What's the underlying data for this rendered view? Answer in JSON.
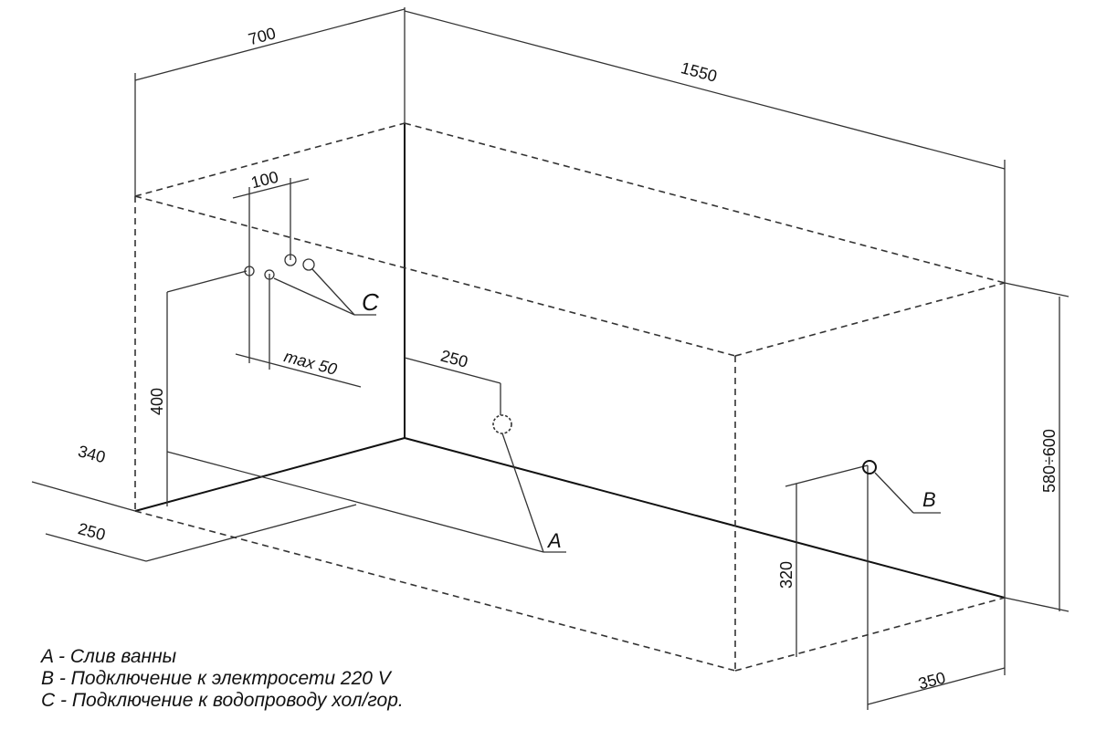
{
  "dimensions": {
    "width": "700",
    "length": "1550",
    "pipe_spacing": "100",
    "pipe_offset": "max 50",
    "drain_offset": "250",
    "pipe_height": "400",
    "left_offset": "340",
    "bottom_offset": "250",
    "height": "580÷600",
    "outlet_height": "320",
    "outlet_offset": "350"
  },
  "markers": {
    "a": "A",
    "b": "B",
    "c": "C"
  },
  "legend": [
    "A - Слив ванны",
    "B - Подключение к электросети 220 V",
    "C - Подключение к водопроводу хол/гор."
  ]
}
